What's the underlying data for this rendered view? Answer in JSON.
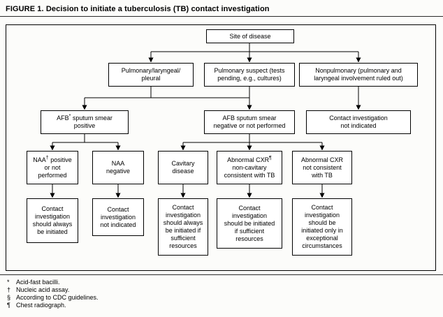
{
  "title": "FIGURE 1. Decision to initiate a tuberculosis (TB) contact investigation",
  "nodes": {
    "site": {
      "label": "Site of disease"
    },
    "pulmonary": {
      "label": "Pulmonary/laryngeal/\npleural"
    },
    "pulm_suspect": {
      "label": "Pulmonary suspect (tests\npending, e.g., cultures)"
    },
    "nonpulmonary": {
      "label": "Nonpulmonary (pulmonary and\nlaryngeal involvement ruled out)"
    },
    "afb_positive": {
      "pre": "AFB",
      "sup": "*",
      "post": " sputum smear\npositive"
    },
    "afb_negative": {
      "label": "AFB sputum smear\nnegative or not performed"
    },
    "ci_not_indicated": {
      "label": "Contact investigation\nnot indicated"
    },
    "naa_positive": {
      "pre": "NAA",
      "sup": "†",
      "post": " positive\nor not\nperformed"
    },
    "naa_negative": {
      "label": "NAA\nnegative"
    },
    "cavitary": {
      "label": "Cavitary\ndisease"
    },
    "cxr_consistent": {
      "pre": "Abnormal CXR",
      "sup": "¶",
      "post": "\nnon-cavitary\nconsistent with TB"
    },
    "cxr_not_consistent": {
      "label": "Abnormal CXR\nnot consistent\nwith TB"
    },
    "outcome_always": {
      "label": "Contact\ninvestigation\nshould always\nbe initiated"
    },
    "outcome_not_indicated": {
      "label": "Contact\ninvestigation\nnot indicated"
    },
    "outcome_always_resources": {
      "label": "Contact\ninvestigation\nshould always\nbe initiated if\nsufficient\nresources"
    },
    "outcome_if_resources": {
      "label": "Contact\ninvestigation\nshould be initiated\nif sufficient\nresources"
    },
    "outcome_exceptional": {
      "label": "Contact\ninvestigation\nshould be\ninitiated only in\nexceptional\ncircumstances"
    }
  },
  "footnotes": [
    {
      "marker": "*",
      "text": "Acid-fast bacilli."
    },
    {
      "marker": "†",
      "text": "Nucleic acid assay."
    },
    {
      "marker": "§",
      "text": "According to CDC guidelines."
    },
    {
      "marker": "¶",
      "text": "Chest radiograph."
    }
  ],
  "colors": {
    "box_border": "#000000",
    "background": "#fcfcfa",
    "box_fill": "#ffffff"
  }
}
